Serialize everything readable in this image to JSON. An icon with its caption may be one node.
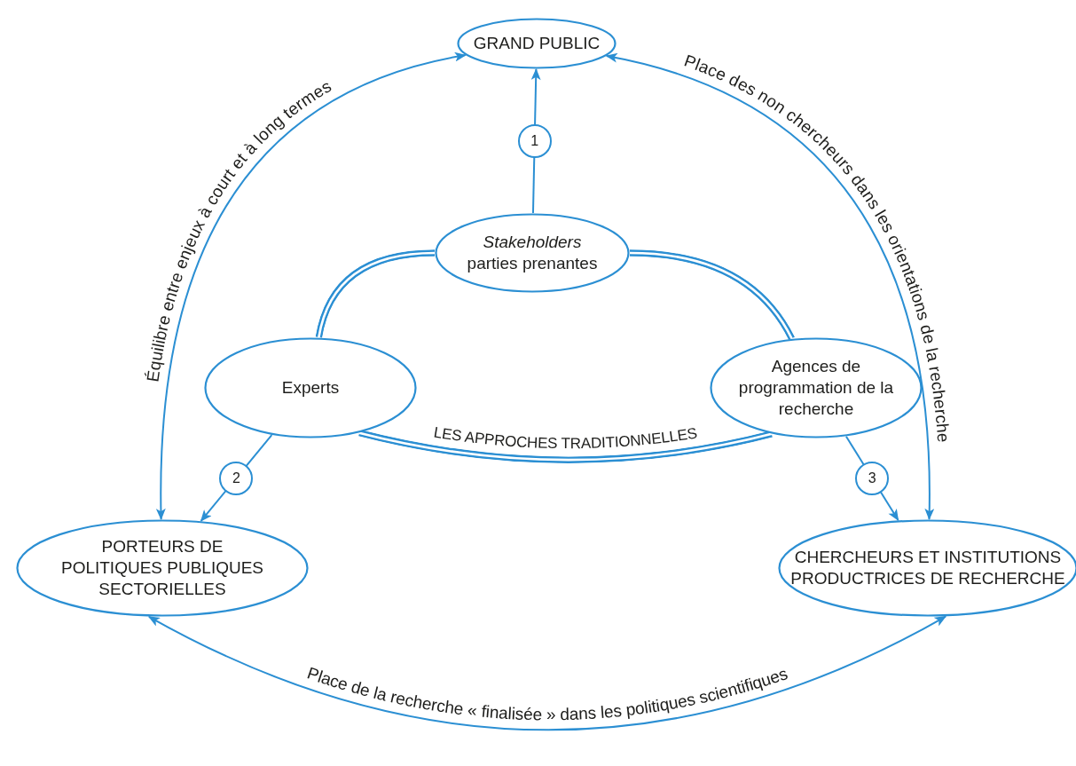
{
  "diagram": {
    "nodes": [
      {
        "text": [
          "GRAND PUBLIC"
        ]
      },
      {
        "text": [
          "Stakeholders",
          "parties prenantes"
        ]
      },
      {
        "text": [
          "Experts"
        ]
      },
      {
        "text": [
          "Agences de programmation de la recherche"
        ]
      },
      {
        "text": [
          "PORTEURS DE POLITIQUES PUBLIQUES SECTORIELLES"
        ]
      },
      {
        "text": [
          "CHERCHEURS ET INSTITUTIONS PRODUCTRICES DE RECHERCHE"
        ]
      }
    ],
    "edges": [
      {
        "from": 1,
        "to": 0,
        "arrow": "to",
        "label": "1"
      },
      {
        "from": 2,
        "to": 4,
        "arrow": "to",
        "label": "2"
      },
      {
        "from": 3,
        "to": 5,
        "arrow": "to",
        "label": "3"
      },
      {
        "from": 4,
        "to": 0,
        "arrow": "both",
        "label": "Équilibre entre enjeux à court et à long termes"
      },
      {
        "from": 0,
        "to": 5,
        "arrow": "both",
        "label": "Place des non chercheurs dans les orientations de la recherche"
      },
      {
        "from": 4,
        "to": 5,
        "arrow": "both",
        "label": "Place de la recherche « finalisée » dans les politiques scientifiques"
      },
      {
        "from": 2,
        "to": 1,
        "arrow": "none",
        "style": "thick"
      },
      {
        "from": 1,
        "to": 3,
        "arrow": "none",
        "style": "thick"
      },
      {
        "from": 2,
        "to": 3,
        "arrow": "none",
        "style": "thick",
        "label": "LES APPROCHES TRADITIONNELLES"
      }
    ]
  }
}
